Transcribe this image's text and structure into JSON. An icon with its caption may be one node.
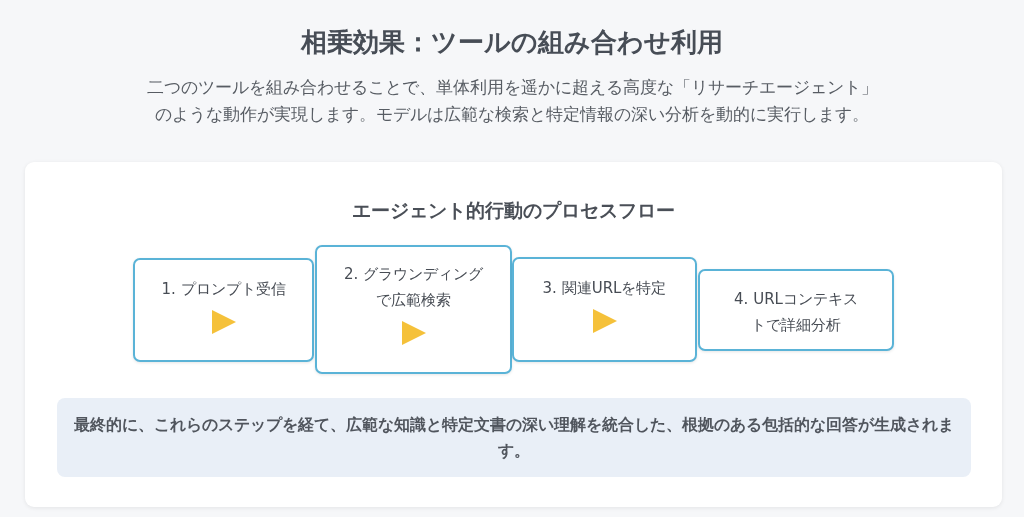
{
  "diagram": {
    "title": "相乗効果：ツールの組み合わせ利用",
    "nodes": [
      {
        "text": [
          "エージェント的行動のプロセスフロー"
        ]
      },
      {
        "text": [
          "1. プロンプト受信"
        ],
        "in": 0
      },
      {
        "text": [
          "2. グラウンディングで広範検索"
        ],
        "in": 0
      },
      {
        "text": [
          "3. 関連URLを特定"
        ],
        "in": 0
      },
      {
        "text": [
          "4. URLコンテキストで詳細分析"
        ],
        "in": 0
      },
      {
        "text": [
          "最終的に、これらのステップを経て、広範な知識と特定文書の深い理解を統合した、根拠のある包括的な回答が生成されます。"
        ],
        "in": 0
      }
    ],
    "labels": [
      "二つのツールを組み合わせることで、単体利用を遥かに超える高度な「リサーチエージェント」のような動作が実現します。モデルは広範な検索と特定情報の深い分析を動的に実行します。"
    ]
  }
}
